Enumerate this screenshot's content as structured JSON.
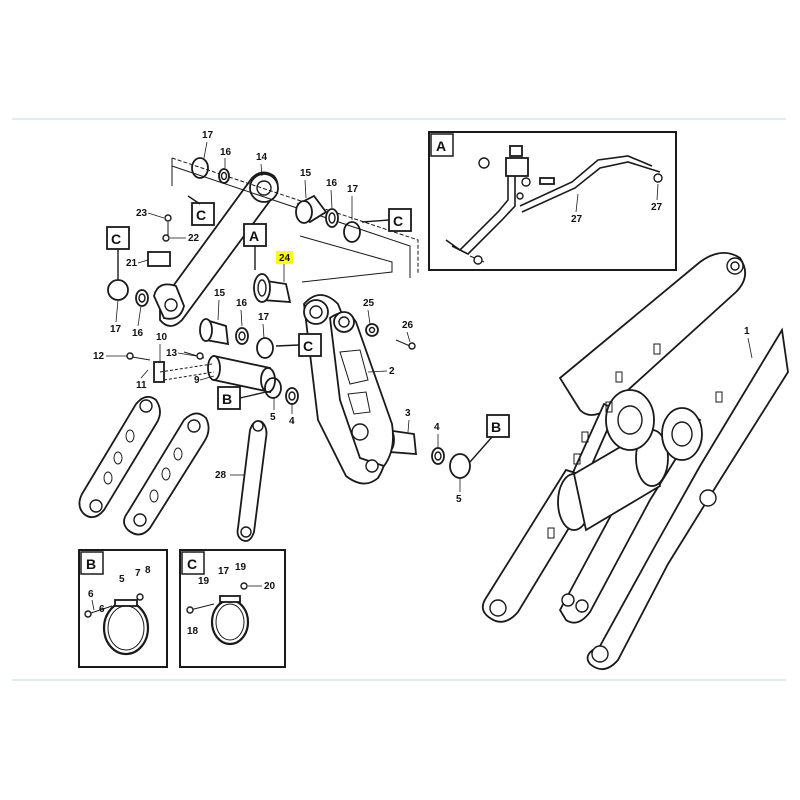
{
  "colors": {
    "highlight": "#ffff00",
    "rule": "#d6e6f2",
    "line": "#1a1a1a"
  },
  "view_labels": {
    "A": "A",
    "B": "B",
    "C": "C"
  },
  "callouts": {
    "p1": "1",
    "p2": "2",
    "p3": "3",
    "p4": "4",
    "p5": "5",
    "p6": "6",
    "p7": "7",
    "p8": "8",
    "p9": "9",
    "p10": "10",
    "p11": "11",
    "p12": "12",
    "p13": "13",
    "p14": "14",
    "p15": "15",
    "p16": "16",
    "p17": "17",
    "p18": "18",
    "p19": "19",
    "p20": "20",
    "p21": "21",
    "p22": "22",
    "p23": "23",
    "p24": "24",
    "p25": "25",
    "p26": "26",
    "p27": "27",
    "p28": "28"
  },
  "highlighted_part": "24"
}
